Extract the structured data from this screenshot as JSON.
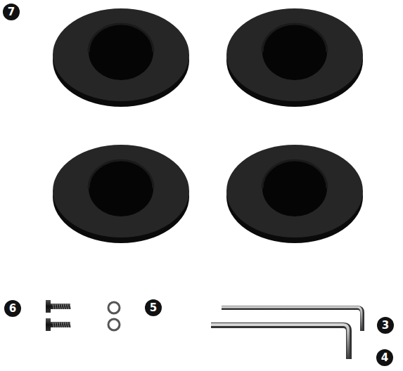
{
  "diagram": {
    "labels": [
      "7",
      "6",
      "5",
      "3",
      "4"
    ]
  }
}
